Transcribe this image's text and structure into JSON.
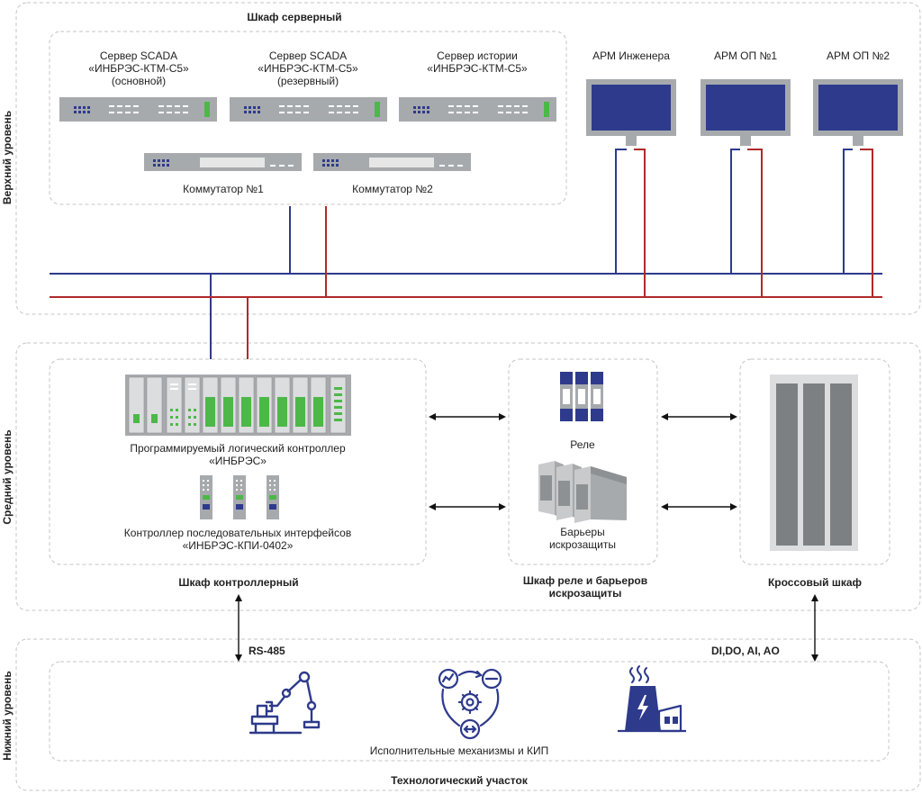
{
  "levels": {
    "upper": "Верхний уровень",
    "middle": "Средний уровень",
    "lower": "Нижний уровень"
  },
  "server_cabinet": {
    "title": "Шкаф серверный",
    "server1": [
      "Сервер SCADA",
      "«ИНБРЭС-КТМ-С5»",
      "(основной)"
    ],
    "server2": [
      "Сервер SCADA",
      "«ИНБРЭС-КТМ-С5»",
      "(резервный)"
    ],
    "server3": [
      "Сервер истории",
      "«ИНБРЭС-КТМ-С5»"
    ],
    "switch1": "Коммутатор №1",
    "switch2": "Коммутатор №2"
  },
  "workstations": {
    "arm_engineer": "АРМ Инженера",
    "arm_op1": "АРМ ОП №1",
    "arm_op2": "АРМ ОП №2"
  },
  "controller_cabinet": {
    "title": "Шкаф контроллерный",
    "plc": [
      "Программируемый логический контроллер",
      "«ИНБРЭС»"
    ],
    "kpi": [
      "Контроллер последовательных интерфейсов",
      "«ИНБРЭС-КПИ-0402»"
    ]
  },
  "relay_cabinet": {
    "title": [
      "Шкаф реле и барьеров",
      "искрозащиты"
    ],
    "relay": "Реле",
    "barriers": [
      "Барьеры",
      "искрозащиты"
    ]
  },
  "cross_cabinet": {
    "title": "Кроссовый шкаф"
  },
  "field": {
    "title": "Технологический участок",
    "equipment": "Исполнительные механизмы и КИП",
    "rs485": "RS-485",
    "signals": "DI,DO, AI, AO"
  },
  "colors": {
    "net_blue": "#2e3a8c",
    "net_red": "#b02a2a",
    "device_grey": "#a7aaad",
    "led_green": "#4cb848",
    "screen_blue": "#2e3a8c",
    "icon_blue": "#2e3a8c",
    "dash": "#c4c4c4"
  }
}
